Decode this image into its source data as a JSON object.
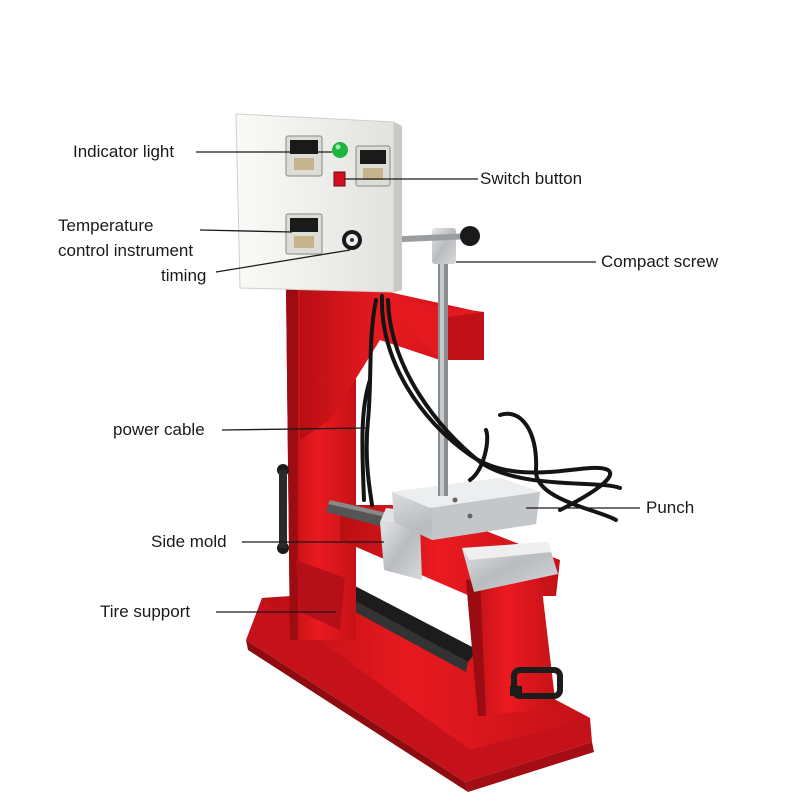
{
  "labels": {
    "indicator_light": "Indicator light",
    "switch_button": "Switch button",
    "temperature_line1": "Temperature",
    "temperature_line2": "control instrument",
    "timing": "timing",
    "compact_screw": "Compact screw",
    "power_cable": "power cable",
    "punch": "Punch",
    "side_mold": "Side mold",
    "tire_support": "Tire support"
  },
  "colors": {
    "frame_red": "#e8151b",
    "frame_dark": "#a80d12",
    "panel": "#f2f2ef",
    "metal": "#c9ccce",
    "indicator_green": "#1db440",
    "switch_red": "#d01020",
    "cable": "#141414"
  }
}
